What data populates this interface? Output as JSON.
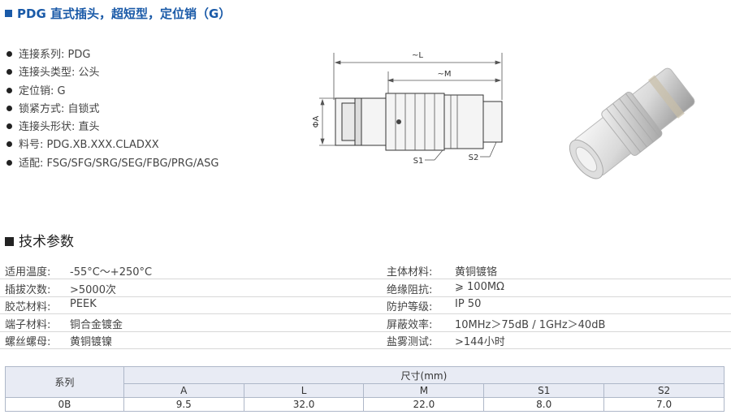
{
  "title": "PDG 直式插头，超短型，定位销（G）",
  "features": [
    "连接系列: PDG",
    "连接头类型: 公头",
    "定位销: G",
    "锁紧方式: 自锁式",
    "连接头形状: 直头",
    "料号: PDG.XB.XXX.CLADXX",
    "适配: FSG/SFG/SRG/SEG/FBG/PRG/ASG"
  ],
  "drawing": {
    "label_L": "~L",
    "label_M": "~M",
    "label_A": "ΦA",
    "label_S1": "S1",
    "label_S2": "S2"
  },
  "section_title": "技术参数",
  "params": [
    {
      "k1": "适用温度:",
      "v1": "-55°C～+250°C",
      "k2": "主体材料:",
      "v2": "黄铜镀铬"
    },
    {
      "k1": "插拔次数:",
      "v1": ">5000次",
      "k2": "绝缘阻抗:",
      "v2": "⩾ 100MΩ"
    },
    {
      "k1": "胶芯材料:",
      "v1": "PEEK",
      "k2": "防护等级:",
      "v2": "IP 50"
    },
    {
      "k1": "端子材料:",
      "v1": "铜合金镀金",
      "k2": "屏蔽效率:",
      "v2": "10MHz＞75dB / 1GHz＞40dB"
    },
    {
      "k1": "螺丝螺母:",
      "v1": "黄铜镀镍",
      "k2": "盐雾测试:",
      "v2": ">144小时"
    }
  ],
  "table": {
    "series_header": "系列",
    "dims_header": "尺寸(mm)",
    "columns": [
      "A",
      "L",
      "M",
      "S1",
      "S2"
    ],
    "rows": [
      {
        "series": "0B",
        "values": [
          "9.5",
          "32.0",
          "22.0",
          "8.0",
          "7.0"
        ]
      }
    ]
  }
}
